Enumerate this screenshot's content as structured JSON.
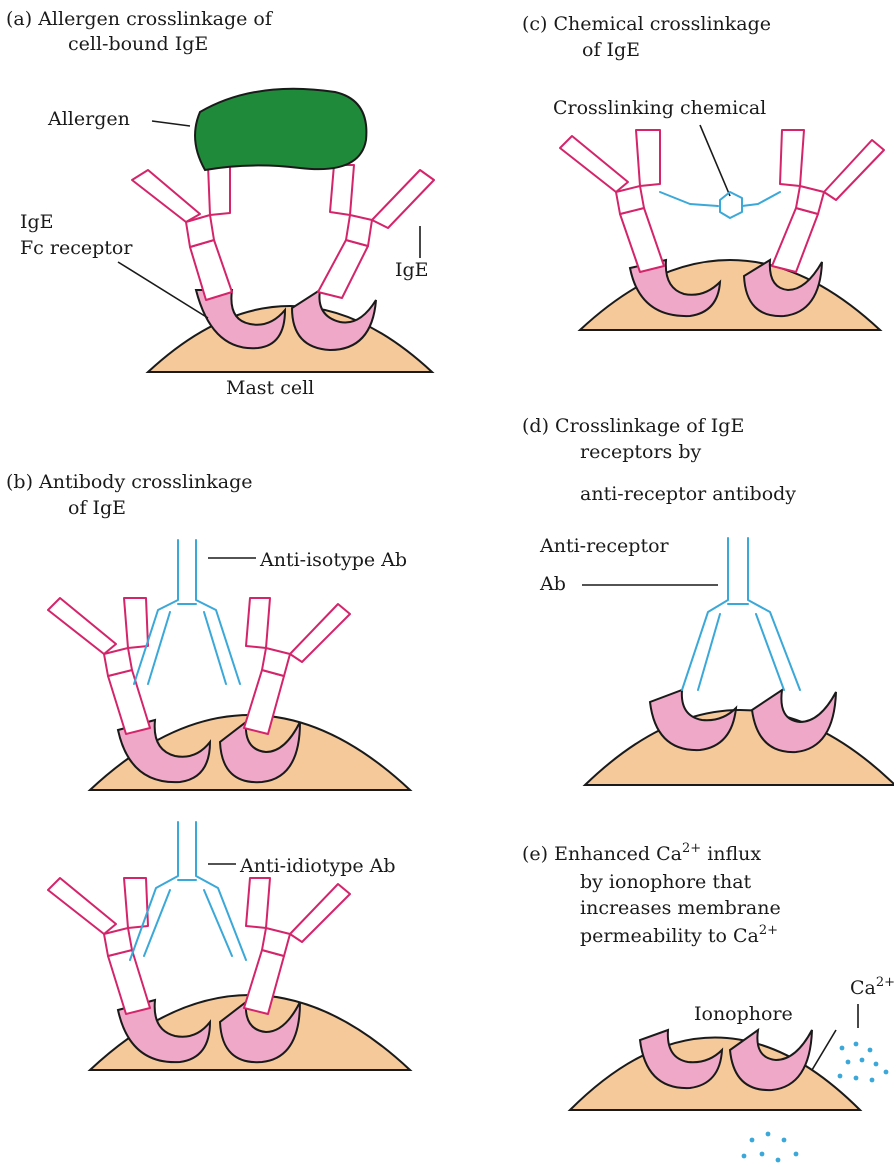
{
  "colors": {
    "cell": "#f5c99a",
    "receptor": "#efa8c8",
    "ige": "#d4246a",
    "antibody": "#3aa8d8",
    "allergen": "#1f8a3a"
  },
  "panel_a": {
    "title_line1": "(a)  Allergen crosslinkage of",
    "title_line2": "cell-bound IgE",
    "allergen_label": "Allergen",
    "receptor_label_line1": "IgE",
    "receptor_label_line2": "Fc receptor",
    "ige_label": "IgE",
    "cell_label": "Mast cell"
  },
  "panel_b": {
    "title_line1": "(b)  Antibody crosslinkage",
    "title_line2": "of IgE",
    "anti_isotype_label": "Anti-isotype Ab",
    "anti_idiotype_label": "Anti-idiotype Ab"
  },
  "panel_c": {
    "title_line1": "(c)  Chemical crosslinkage",
    "title_line2": "of IgE",
    "chemical_label": "Crosslinking chemical"
  },
  "panel_d": {
    "title_line1": "(d)  Crosslinkage of IgE",
    "title_line2": "receptors by",
    "title_line3": "anti-receptor antibody",
    "ab_label_line1": "Anti-receptor",
    "ab_label_line2": "Ab"
  },
  "panel_e": {
    "title_line1_pre": "(e)  Enhanced Ca",
    "title_line1_sup": "2+",
    "title_line1_post": " influx",
    "title_line2": "by ionophore that",
    "title_line3": "increases membrane",
    "title_line4_pre": "permeability to Ca",
    "title_line4_sup": "2+",
    "ionophore_label": "Ionophore",
    "ion_label": "Ca",
    "ion_sup": "2+"
  }
}
